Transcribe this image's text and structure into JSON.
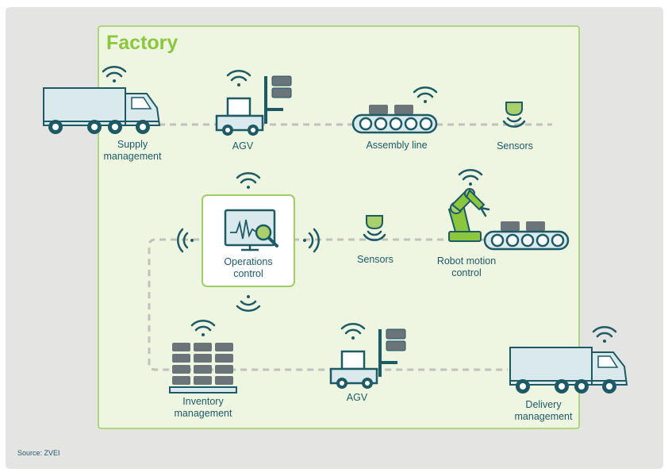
{
  "title": "Factory",
  "source": "Source: ZVEI",
  "nodes": {
    "supply_truck": {
      "label_line1": "Supply",
      "label_line2": "management",
      "icon": "truck-icon"
    },
    "agv_top": {
      "label": "AGV",
      "icon": "forklift-icon"
    },
    "assembly_line": {
      "label": "Assembly line",
      "icon": "conveyor-icon"
    },
    "sensors_top": {
      "label": "Sensors",
      "icon": "sensor-icon"
    },
    "operations_control": {
      "label_line1": "Operations",
      "label_line2": "control",
      "icon": "monitor-icon"
    },
    "sensors_mid": {
      "label": "Sensors",
      "icon": "sensor-icon"
    },
    "robot": {
      "label_line1": "Robot motion",
      "label_line2": "control",
      "icon": "robot-arm-icon"
    },
    "inventory": {
      "label_line1": "Inventory",
      "label_line2": "management",
      "icon": "pallet-icon"
    },
    "agv_bottom": {
      "label": "AGV",
      "icon": "forklift-icon"
    },
    "delivery_truck": {
      "label_line1": "Delivery",
      "label_line2": "management",
      "icon": "truck-icon"
    }
  },
  "colors": {
    "outer_bg": "#e4e4e2",
    "factory_bg": "#eef6e2",
    "factory_border": "#9fcd63",
    "accent_green": "#8cc63f",
    "teal": "#1d5a66",
    "light_teal": "#d9e9ec",
    "gray_box": "#6b7478",
    "dash": "#c0c0bd"
  }
}
